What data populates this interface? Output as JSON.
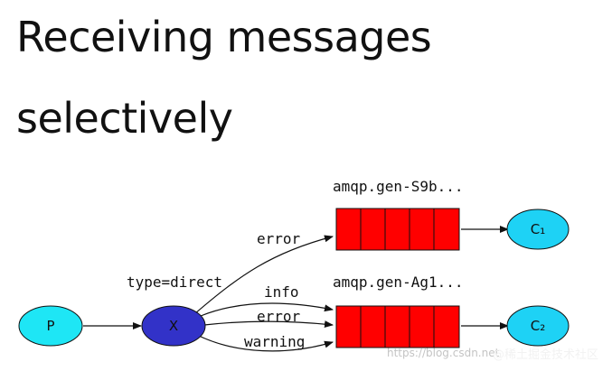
{
  "title": {
    "line1": "Receiving messages",
    "line2": "selectively"
  },
  "diagram": {
    "producer": "P",
    "exchange": "X",
    "exchange_type": "type=direct",
    "queues": [
      {
        "name": "amqp.gen-S9b...",
        "consumer": "C₁",
        "bindings": [
          "error"
        ]
      },
      {
        "name": "amqp.gen-Ag1...",
        "consumer": "C₂",
        "bindings": [
          "info",
          "error",
          "warning"
        ]
      }
    ]
  },
  "colors": {
    "producer": "#1ee6f5",
    "exchange": "#3232c8",
    "queue": "#ff0000",
    "consumer": "#1ed2f5"
  },
  "watermark": {
    "csdn": "https://blog.csdn.net",
    "brand": "@稀土掘金技术社区"
  }
}
